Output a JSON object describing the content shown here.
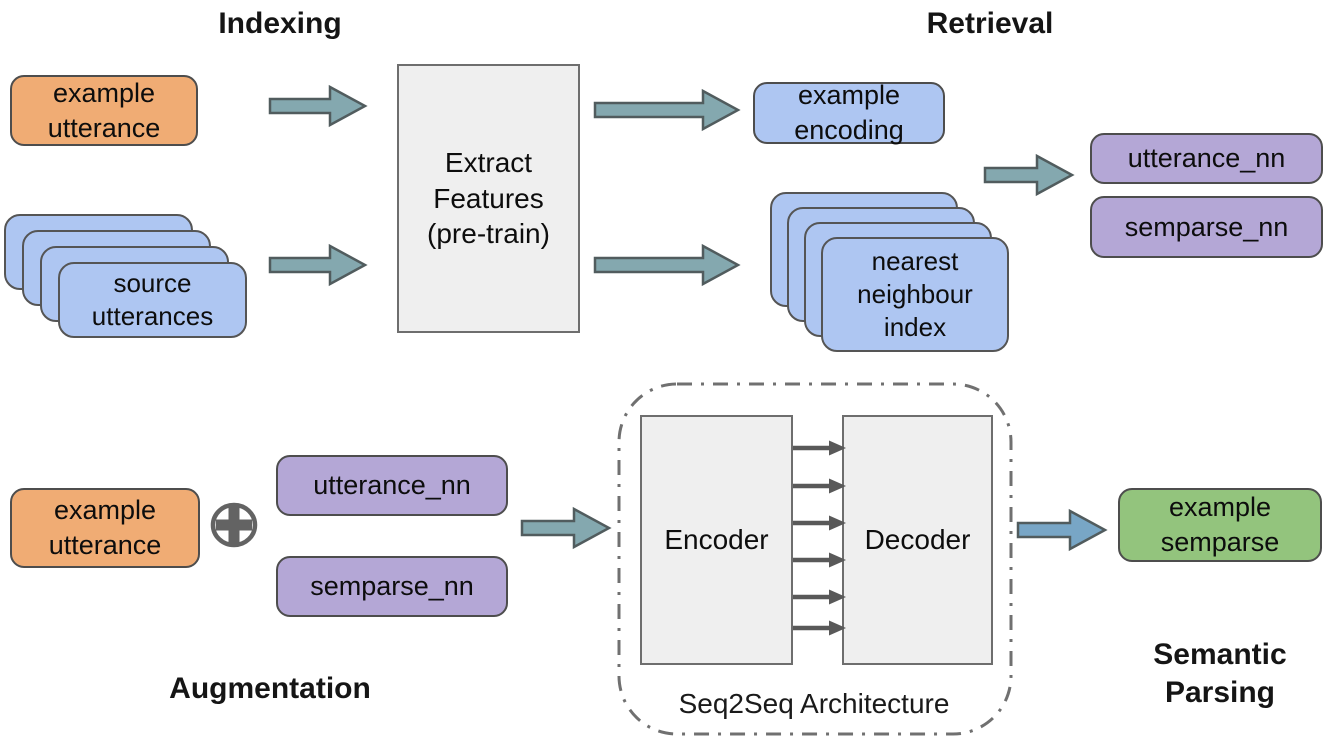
{
  "colors": {
    "orange_box": "#F0AC74",
    "blue_box": "#AEC6F2",
    "purple_box": "#B4A7D6",
    "green_box": "#93C47D",
    "process_box": "#EFEFEF",
    "teal_arrow": "#84A8AF",
    "blue_arrow": "#78A6C6",
    "dark_gray": "#636363"
  },
  "sections": {
    "indexing": {
      "title": "Indexing",
      "example_utterance": "example\nutterance",
      "source_utterances": "source\nutterances",
      "extract_features": "Extract\nFeatures\n(pre-train)"
    },
    "retrieval": {
      "title": "Retrieval",
      "example_encoding": "example\nencoding",
      "nearest_neighbour_index": "nearest\nneighbour\nindex",
      "utterance_nn": "utterance_nn",
      "semparse_nn": "semparse_nn"
    },
    "augmentation": {
      "title": "Augmentation",
      "example_utterance": "example\nutterance",
      "utterance_nn": "utterance_nn",
      "semparse_nn": "semparse_nn"
    },
    "seq2seq": {
      "caption": "Seq2Seq Architecture",
      "encoder": "Encoder",
      "decoder": "Decoder"
    },
    "semantic_parsing": {
      "title": "Semantic\nParsing",
      "example_semparse": "example\nsemparse"
    }
  }
}
